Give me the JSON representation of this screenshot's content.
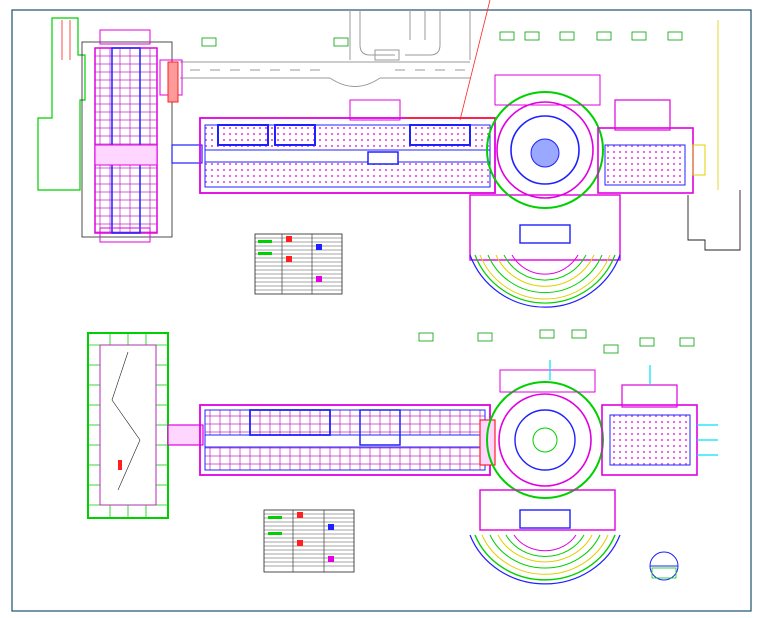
{
  "drawing": {
    "description_visible_text": "",
    "colors": {
      "background": "#ffffff",
      "sheet_border": "#1d4f6e",
      "wall_magenta": "#e000e0",
      "wall_blue": "#2020ff",
      "wall_green": "#00d000",
      "wall_red": "#ff2020",
      "road_gray": "#9a9a9a",
      "cyan": "#00e0ff",
      "yellow": "#e0d000",
      "line_black": "#202020"
    },
    "legends": [
      {
        "rows": 14,
        "columns": 3
      },
      {
        "rows": 14,
        "columns": 3
      }
    ],
    "floor_plans": [
      "upper-plan",
      "lower-plan"
    ]
  }
}
